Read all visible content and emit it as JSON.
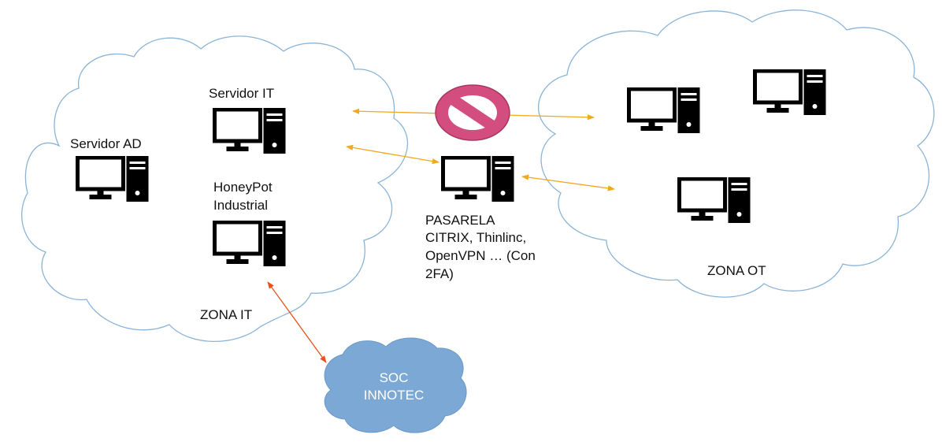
{
  "zones": {
    "it": {
      "label": "ZONA IT"
    },
    "ot": {
      "label": "ZONA OT"
    },
    "soc": {
      "label_line1": "SOC",
      "label_line2": "INNOTEC"
    }
  },
  "nodes": {
    "servidor_ad": {
      "label": "Servidor AD",
      "icon": "computer-icon"
    },
    "servidor_it": {
      "label": "Servidor IT",
      "icon": "computer-icon"
    },
    "honeypot": {
      "label_line1": "HoneyPot",
      "label_line2": "Industrial",
      "icon": "computer-icon"
    },
    "pasarela": {
      "label_line1": "PASARELA",
      "label_line2": "CITRIX, Thinlinc,",
      "label_line3": "OpenVPN … (Con",
      "label_line4": "2FA)",
      "icon": "computer-icon"
    },
    "ot_workstations": {
      "icon": "computer-icon",
      "count": 3
    }
  },
  "blocked_symbol": {
    "icon": "prohibited-icon",
    "color": "#d44d7f"
  },
  "colors": {
    "cloud_outline": "#8ab4d8",
    "soc_fill": "#7ca8d6",
    "arrow_orange": "#f0a81c",
    "arrow_red": "#e8521c",
    "computer": "#000000"
  }
}
